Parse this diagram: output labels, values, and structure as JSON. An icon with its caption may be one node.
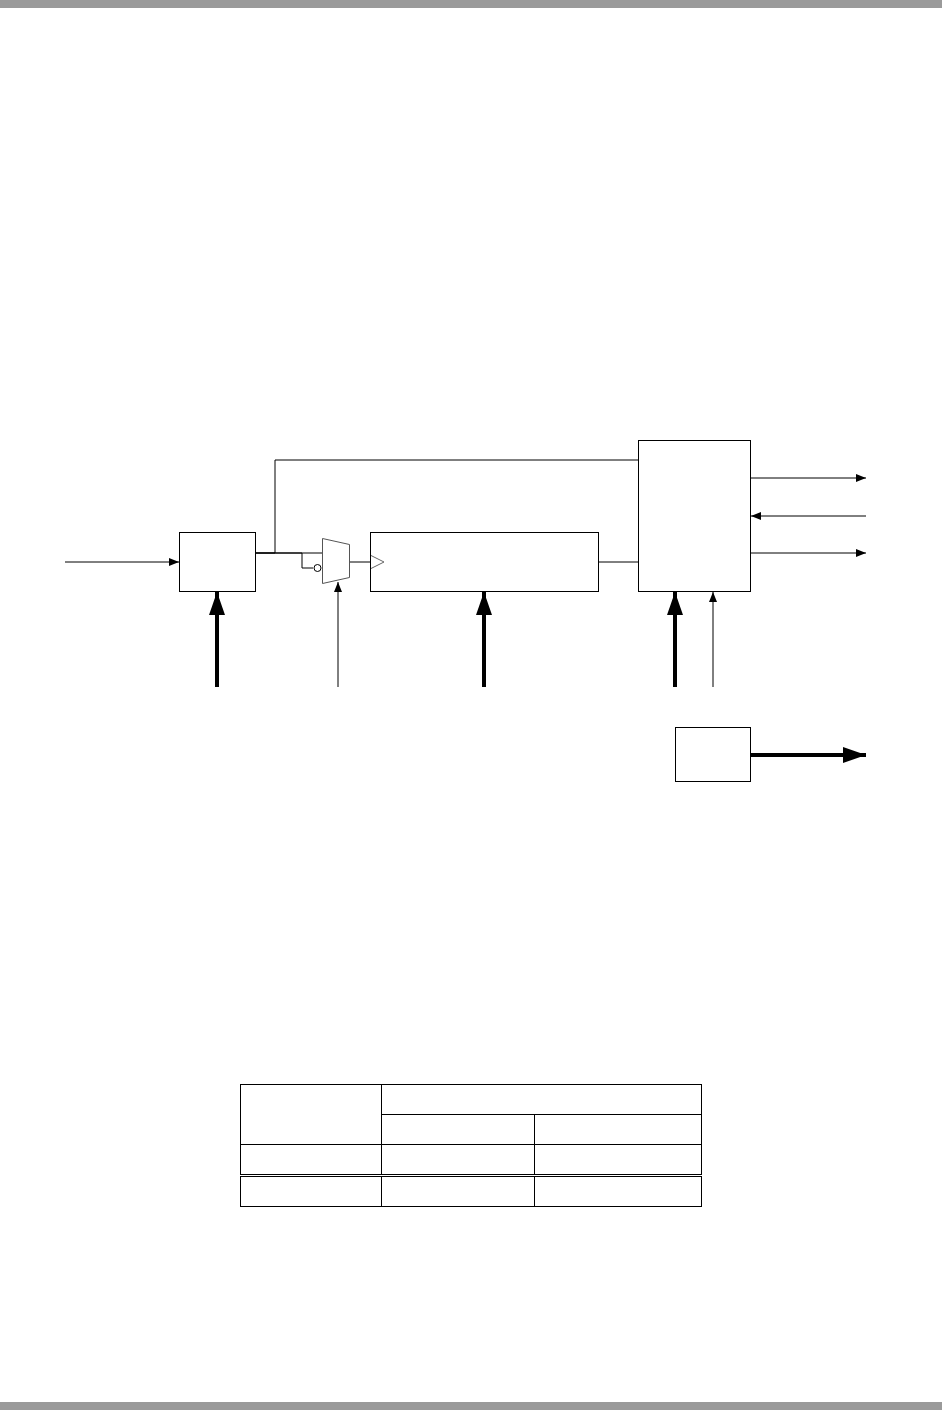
{
  "diagram": {
    "nodes": [
      {
        "text": [],
        "shape": "box"
      },
      {
        "text": [],
        "shape": "trapezoid"
      },
      {
        "text": [],
        "shape": "box"
      },
      {
        "text": [],
        "shape": "box"
      },
      {
        "text": [],
        "shape": "box"
      }
    ],
    "edges": [
      {
        "from": null,
        "to": 0,
        "arrow": "to"
      },
      {
        "from": 0,
        "to": 1,
        "arrow": "none"
      },
      {
        "from": 0,
        "to": 1,
        "arrow": "none"
      },
      {
        "from": 0,
        "to": 3,
        "arrow": "none"
      },
      {
        "from": 1,
        "to": 2,
        "arrow": "to"
      },
      {
        "from": 2,
        "to": 3,
        "arrow": "none"
      },
      {
        "from": 3,
        "to": null,
        "arrow": "to"
      },
      {
        "from": null,
        "to": 3,
        "arrow": "to"
      },
      {
        "from": 3,
        "to": null,
        "arrow": "to"
      },
      {
        "from": null,
        "to": 0,
        "arrow": "to",
        "style": "thick"
      },
      {
        "from": null,
        "to": 1,
        "arrow": "to"
      },
      {
        "from": null,
        "to": 2,
        "arrow": "to",
        "style": "thick"
      },
      {
        "from": null,
        "to": 3,
        "arrow": "to",
        "style": "thick"
      },
      {
        "from": null,
        "to": 3,
        "arrow": "to"
      },
      {
        "from": 4,
        "to": null,
        "arrow": "to",
        "style": "thick"
      }
    ]
  }
}
